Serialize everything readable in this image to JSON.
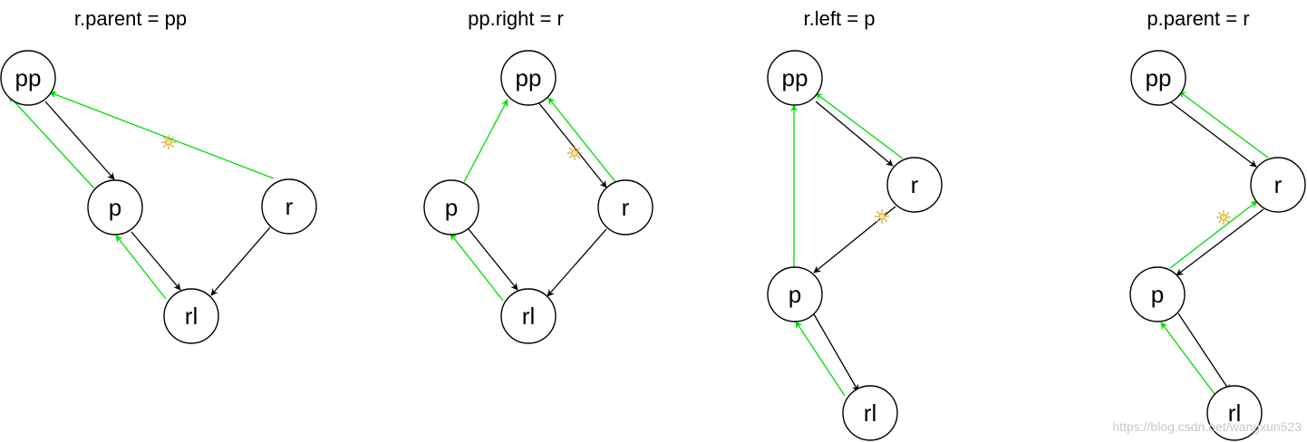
{
  "panels": [
    {
      "title": "r.parent = pp",
      "nodes": {
        "pp": "pp",
        "p": "p",
        "r": "r",
        "rl": "rl"
      }
    },
    {
      "title": "pp.right = r",
      "nodes": {
        "pp": "pp",
        "p": "p",
        "r": "r",
        "rl": "rl"
      }
    },
    {
      "title": "r.left = p",
      "nodes": {
        "pp": "pp",
        "p": "p",
        "r": "r",
        "rl": "rl"
      }
    },
    {
      "title": "p.parent = r",
      "nodes": {
        "pp": "pp",
        "p": "p",
        "r": "r",
        "rl": "rl"
      }
    }
  ],
  "colors": {
    "child_link": "#000000",
    "parent_link": "#00dd00",
    "highlight_marker": "#e8c84a"
  },
  "highlight_icon": "sun-icon",
  "watermark": "https://blog.csdn.net/wangxun523"
}
